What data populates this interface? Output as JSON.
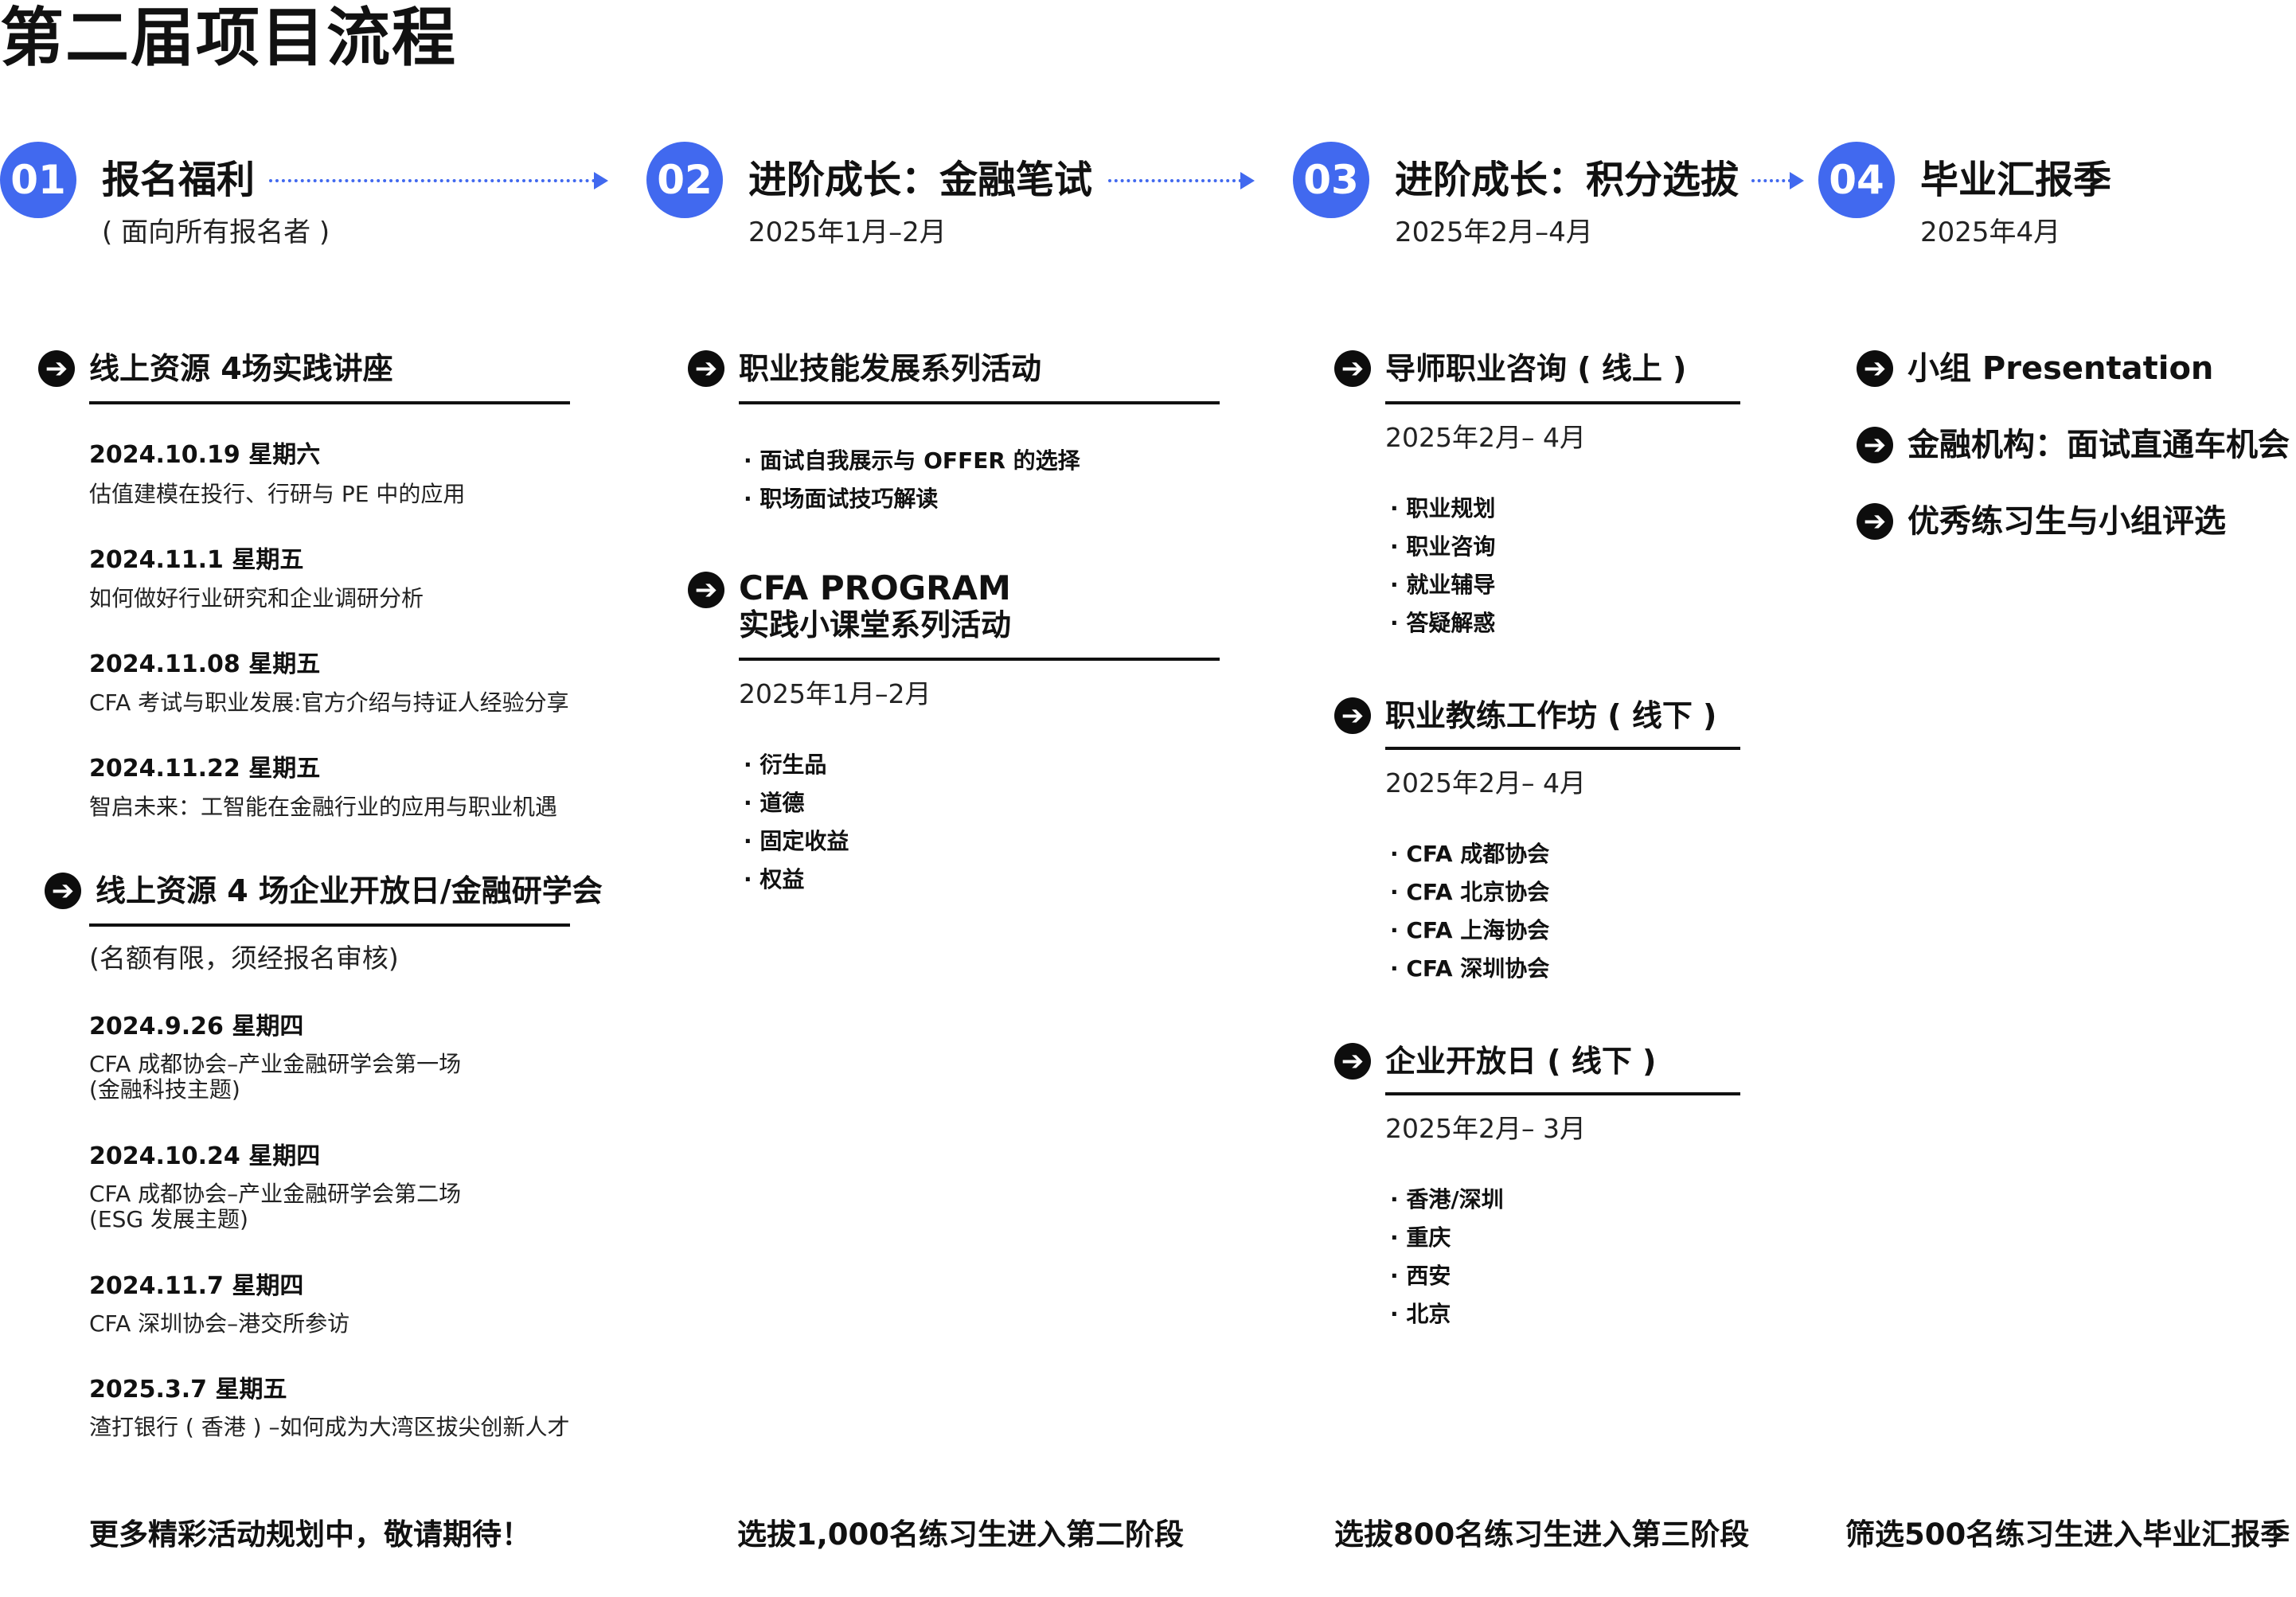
{
  "page_title": "第二届项目流程",
  "steps": [
    {
      "num": "01",
      "title": "报名福利",
      "sub": "( 面向所有报名者 )"
    },
    {
      "num": "02",
      "title": "进阶成长：金融笔试",
      "sub": "2025年1月–2月"
    },
    {
      "num": "03",
      "title": "进阶成长：积分选拔",
      "sub": "2025年2月–4月"
    },
    {
      "num": "04",
      "title": "毕业汇报季",
      "sub": "2025年4月"
    }
  ],
  "col1": {
    "sec1_title": "线上资源  4场实践讲座",
    "talks": [
      {
        "date": "2024.10.19 星期六",
        "desc": "估值建模在投行、行研与 PE 中的应用"
      },
      {
        "date": "2024.11.1 星期五",
        "desc": "如何做好行业研究和企业调研分析"
      },
      {
        "date": "2024.11.08 星期五",
        "desc": "CFA 考试与职业发展:官方介绍与持证人经验分享"
      },
      {
        "date": "2024.11.22 星期五",
        "desc": "智启未来：工智能在金融行业的应用与职业机遇"
      }
    ],
    "sec2_title": "线上资源  4 场企业开放日/金融研学会",
    "sec2_note": "(名额有限，须经报名审核)",
    "events": [
      {
        "date": "2024.9.26 星期四",
        "desc1": "CFA 成都协会–产业金融研学会第一场",
        "desc2": "(金融科技主题)"
      },
      {
        "date": "2024.10.24 星期四",
        "desc1": "CFA 成都协会–产业金融研学会第二场",
        "desc2": "(ESG 发展主题)"
      },
      {
        "date": "2024.11.7 星期四",
        "desc1": "CFA 深圳协会–港交所参访",
        "desc2": ""
      },
      {
        "date": "2025.3.7 星期五",
        "desc1": "渣打银行 ( 香港 ) –如何成为大湾区拔尖创新人才",
        "desc2": ""
      }
    ],
    "footer": "更多精彩活动规划中，敬请期待！"
  },
  "col2": {
    "sec1_title": "职业技能发展系列活动",
    "sec1_items": [
      "·  面试自我展示与 OFFER 的选择",
      "·  职场面试技巧解读"
    ],
    "sec2_title_line1": "CFA PROGRAM",
    "sec2_title_line2": "实践小课堂系列活动",
    "sec2_range": "2025年1月–2月",
    "sec2_items": [
      "·  衍生品",
      "·  道德",
      "·  固定收益",
      "·  权益"
    ],
    "footer": "选拔1,000名练习生进入第二阶段"
  },
  "col3": {
    "sec1_title": "导师职业咨询 ( 线上 )",
    "sec1_range": "2025年2月– 4月",
    "sec1_items": [
      "·  职业规划",
      "·  职业咨询",
      "·  就业辅导",
      "·  答疑解惑"
    ],
    "sec2_title": "职业教练工作坊 ( 线下 )",
    "sec2_range": "2025年2月– 4月",
    "sec2_items": [
      "·  CFA 成都协会",
      "·  CFA 北京协会",
      "·  CFA 上海协会",
      "·  CFA 深圳协会"
    ],
    "sec3_title": "企业开放日 ( 线下 )",
    "sec3_range": "2025年2月– 3月",
    "sec3_items": [
      "·  香港/深圳",
      "·  重庆",
      "·  西安",
      "·  北京"
    ],
    "footer": "选拔800名练习生进入第三阶段"
  },
  "col4": {
    "items": [
      "小组 Presentation",
      "金融机构：面试直通车机会",
      "优秀练习生与小组评选"
    ],
    "footer": "筛选500名练习生进入毕业汇报季"
  },
  "icons": {
    "section_marker": "arrow-circle-icon",
    "flow_arrow": "dotted-arrow-icon"
  },
  "colors": {
    "accent": "#4169ef",
    "text": "#111111"
  }
}
